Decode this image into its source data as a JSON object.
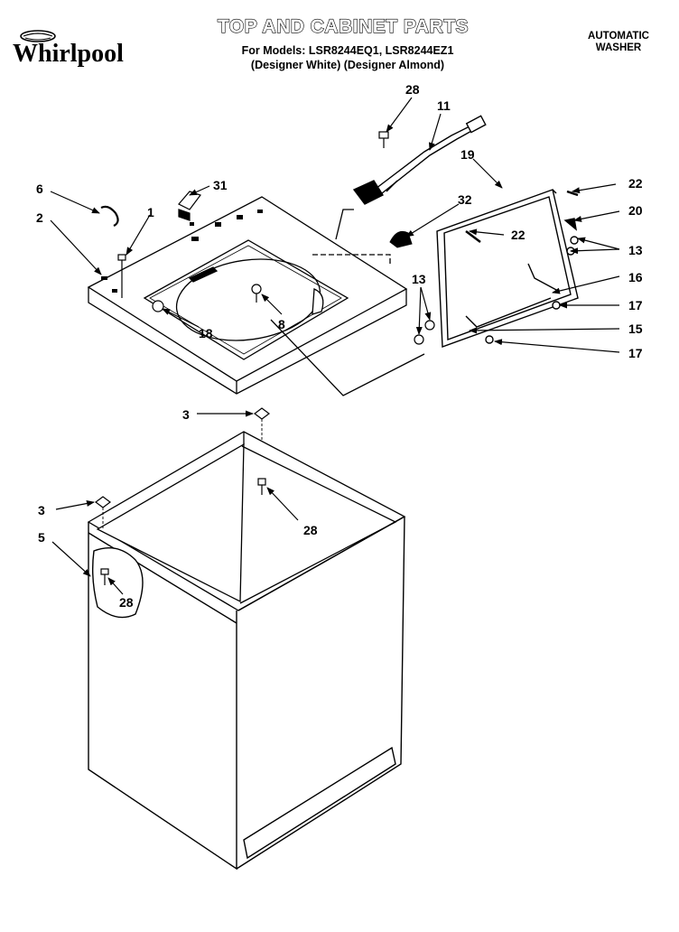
{
  "brand": {
    "name": "Whirlpool"
  },
  "header": {
    "title": "TOP AND CABINET PARTS",
    "models_line": "For Models: LSR8244EQ1, LSR8244EZ1",
    "designer_line": "(Designer White) (Designer Almond)",
    "product_type_line1": "AUTOMATIC",
    "product_type_line2": "WASHER"
  },
  "callouts": [
    "28",
    "11",
    "19",
    "6",
    "31",
    "1",
    "2",
    "32",
    "22",
    "22",
    "20",
    "13",
    "13",
    "16",
    "17",
    "15",
    "17",
    "8",
    "18",
    "3",
    "28",
    "3",
    "5",
    "28"
  ]
}
